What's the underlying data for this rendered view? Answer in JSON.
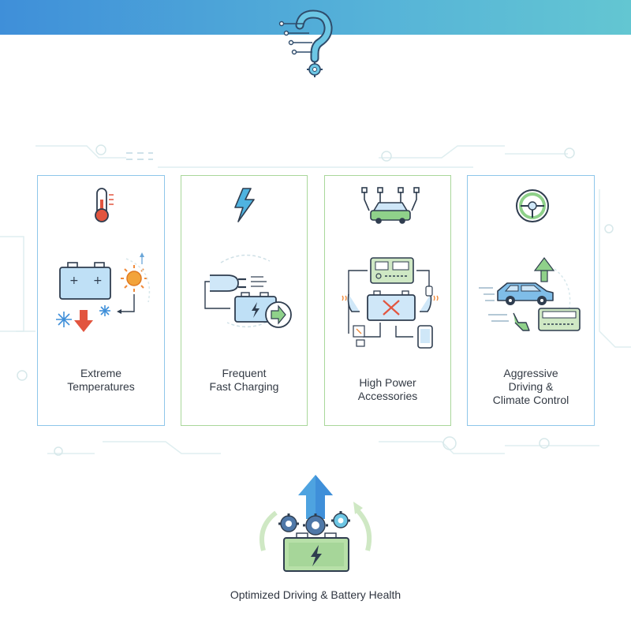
{
  "cards": [
    {
      "label": "Extreme\nTemperatures"
    },
    {
      "label": "Frequent\nFast Charging"
    },
    {
      "label": "High Power\nAccessories"
    },
    {
      "label": "Aggressive\nDriving &\nClimate Control"
    }
  ],
  "footer": {
    "label": "Optimized Driving & Battery Health"
  },
  "icons": {
    "header": "circuit-question-mark-icon",
    "card1": [
      "thermometer-icon",
      "battery-icon",
      "sun-icon",
      "snowflake-icon",
      "down-arrow-icon"
    ],
    "card2": [
      "lightning-bolt-icon",
      "charging-plug-icon",
      "battery-icon",
      "forward-arrow-icon"
    ],
    "card3": [
      "car-with-plugs-icon",
      "control-panel-icon",
      "dead-battery-icon",
      "heated-seat-icon",
      "phone-icon"
    ],
    "card4": [
      "steering-wheel-icon",
      "speeding-car-icon",
      "up-arrow-icon",
      "climate-panel-icon"
    ],
    "footer": [
      "battery-icon",
      "gears-icon",
      "up-arrow-icon"
    ]
  },
  "colors": {
    "blue_border": "#8ec6ea",
    "green_border": "#a9d79a",
    "accent_orange": "#f08a3a",
    "accent_red": "#e2553f",
    "battery_green": "#b7e0a8"
  }
}
